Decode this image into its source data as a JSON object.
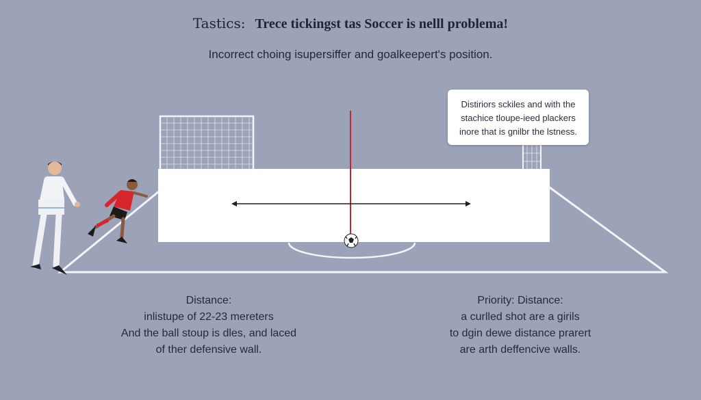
{
  "header": {
    "title_prefix": "Tastics:",
    "title_main": "Trece tickingst tas Soccer is nelll problema!",
    "subtitle": "Incorrect choing isupersiffer and goalkeepert's position."
  },
  "callout": {
    "lines": [
      "Distiriors sckiles and with the",
      "stachice tloupe-ieed plackers",
      "inore that is gnilbr the lstness."
    ]
  },
  "notes": {
    "left": {
      "heading": "Distance:",
      "lines": [
        "inlistupe of 22-23 mereters",
        "And the ball stoup is dles, and laced",
        "of ther defensive wall."
      ]
    },
    "right": {
      "heading": "Priority: Distance:",
      "lines": [
        "a curlled shot are a girils",
        "to dgin dewe distance prarert",
        "are arth deffencive walls."
      ]
    }
  },
  "colors": {
    "background": "#9ca2b7",
    "wall": "#ffffff",
    "accent_line": "#c1272d",
    "defender_kit": "#f2f3f6",
    "attacker_kit": "#d7262b"
  }
}
